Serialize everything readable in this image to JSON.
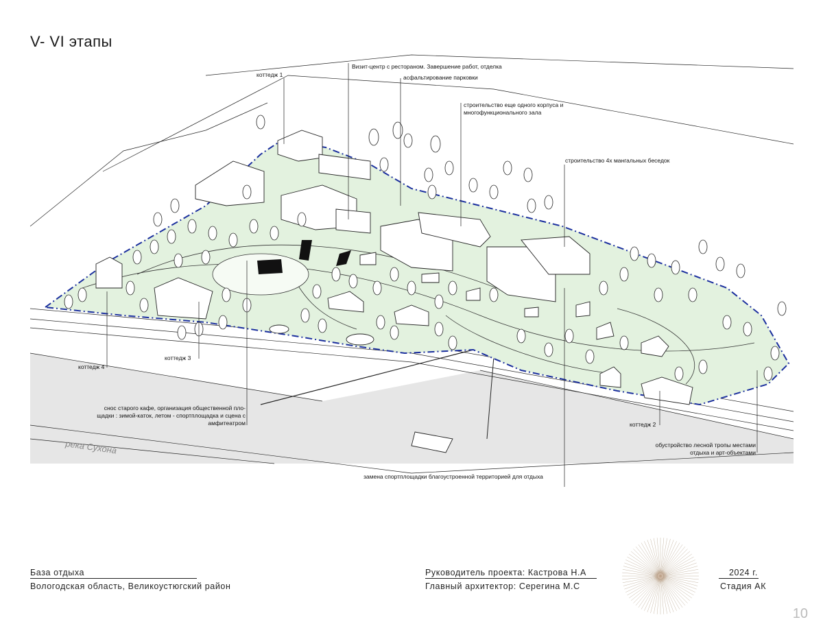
{
  "title": "V- VI этапы",
  "labels": {
    "cottage1": "коттедж 1",
    "visit_center": "Визит-центр с рестораном. Завершение работ, отделка",
    "parking": "асфальтирование парковки",
    "new_building_1": "строительство еще одного корпуса и",
    "new_building_2": "многофункционального зала",
    "bbq": "строительство 4х мангальных беседок",
    "cottage4": "коттедж 4",
    "cottage3": "коттедж 3",
    "cafe_1": "снос старого кафе, организация  общественной пло-",
    "cafe_2": "щадки : зимой-каток, летом - спортплощадка и сцена с",
    "cafe_3": "амфитеатром",
    "cottage2": "коттедж 2",
    "trail_1": "обустройство лесной тропы местами",
    "trail_2": "отдыха и арт-объектами",
    "sport": "замена  спортплощадки благоустроенной территорией для отдыха",
    "river": "река Сухона"
  },
  "footer": {
    "left_title": "База отдыха",
    "left_sub": "Вологодская область, Великоустюгский район",
    "manager": "Руководитель проекта: Кастрова Н.А",
    "architect": "Главный архитектор: Серегина М.С",
    "year": "2024 г.",
    "stage": "Стадия АК"
  },
  "page_number": "10",
  "colors": {
    "site_fill": "#e3f2df",
    "boundary": "#1b2f9e",
    "river": "#e6e6e6"
  }
}
